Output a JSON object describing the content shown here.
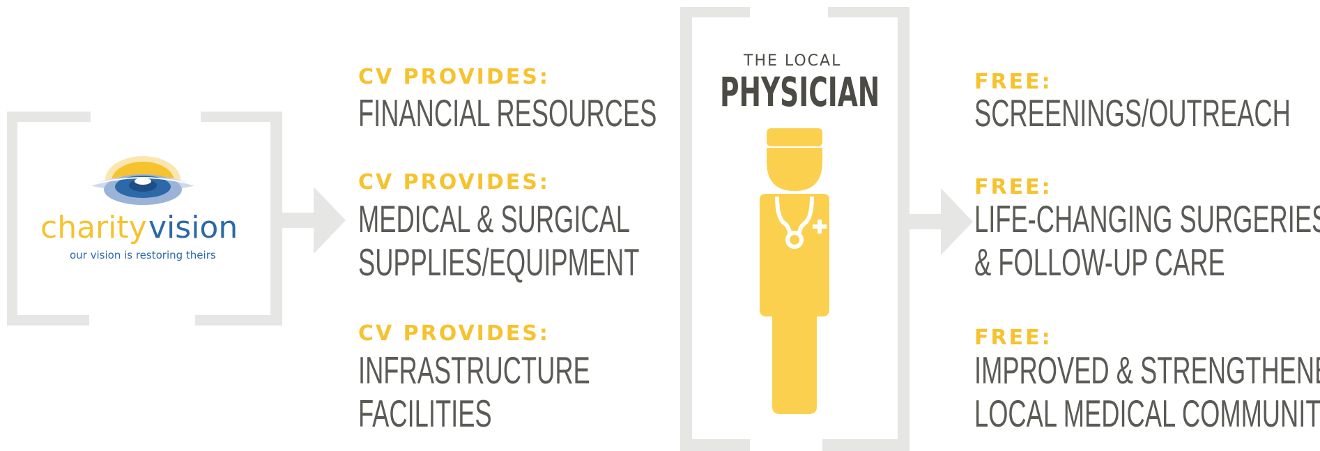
{
  "logo": {
    "word_part1": "charity",
    "word_part2": "vision",
    "tagline": "our vision is restoring theirs",
    "color_part1": "#f6c22e",
    "color_part2": "#2c69a8"
  },
  "provides": {
    "items": [
      {
        "label": "CV PROVIDES:",
        "lines": [
          "FINANCIAL RESOURCES"
        ]
      },
      {
        "label": "CV PROVIDES:",
        "lines": [
          "MEDICAL & SURGICAL",
          "SUPPLIES/EQUIPMENT"
        ]
      },
      {
        "label": "CV PROVIDES:",
        "lines": [
          "INFRASTRUCTURE",
          "FACILITIES"
        ]
      }
    ]
  },
  "physician": {
    "small": "THE LOCAL",
    "big": "PHYSICIAN",
    "icon": "doctor-icon"
  },
  "free": {
    "items": [
      {
        "label": "FREE:",
        "lines": [
          "SCREENINGS/OUTREACH"
        ]
      },
      {
        "label": "FREE:",
        "lines": [
          "LIFE-CHANGING SURGERIES",
          "& FOLLOW-UP CARE"
        ]
      },
      {
        "label": "FREE:",
        "lines": [
          "IMPROVED & STRENGTHENED",
          "LOCAL MEDICAL COMMUNITY"
        ]
      }
    ]
  },
  "colors": {
    "accent": "#f6c22e",
    "text": "#5b5a56",
    "bracket": "#e6e6e5",
    "brand_blue": "#2c69a8"
  }
}
